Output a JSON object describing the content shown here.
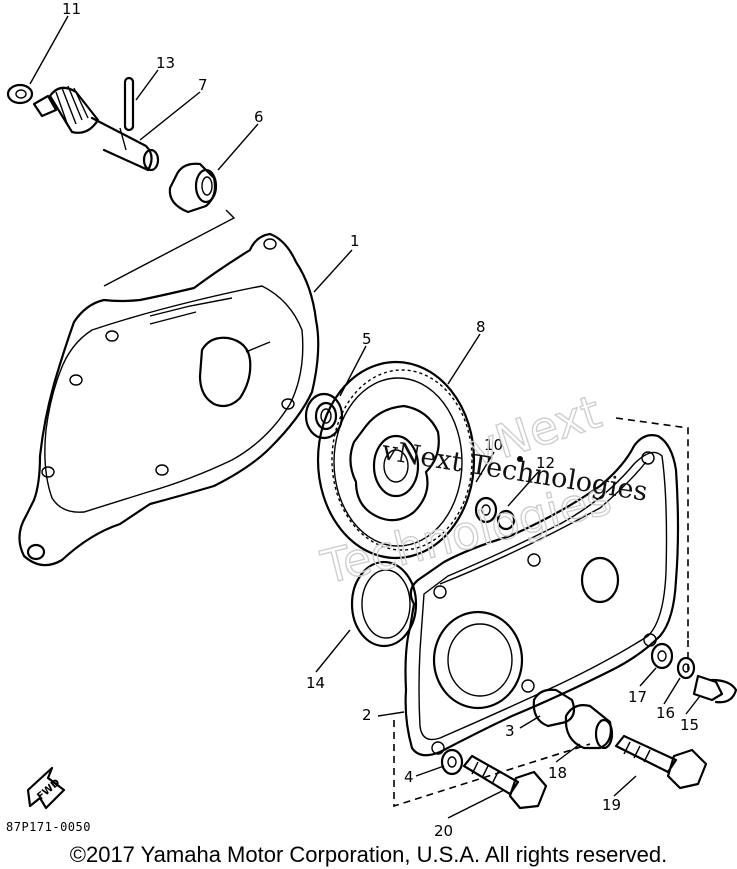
{
  "callouts": [
    "1",
    "2",
    "3",
    "4",
    "5",
    "6",
    "7",
    "8",
    "10",
    "11",
    "12",
    "13",
    "14",
    "15",
    "16",
    "17",
    "18",
    "19",
    "20"
  ],
  "fwd_label": "FWD",
  "part_code": "87P171-0050",
  "watermark": {
    "outline_line1": "vNext",
    "outline_line2": "Technologies",
    "serif_text": "vNext Technologies"
  },
  "copyright": "©2017 Yamaha Motor Corporation, U.S.A. All rights reserved."
}
